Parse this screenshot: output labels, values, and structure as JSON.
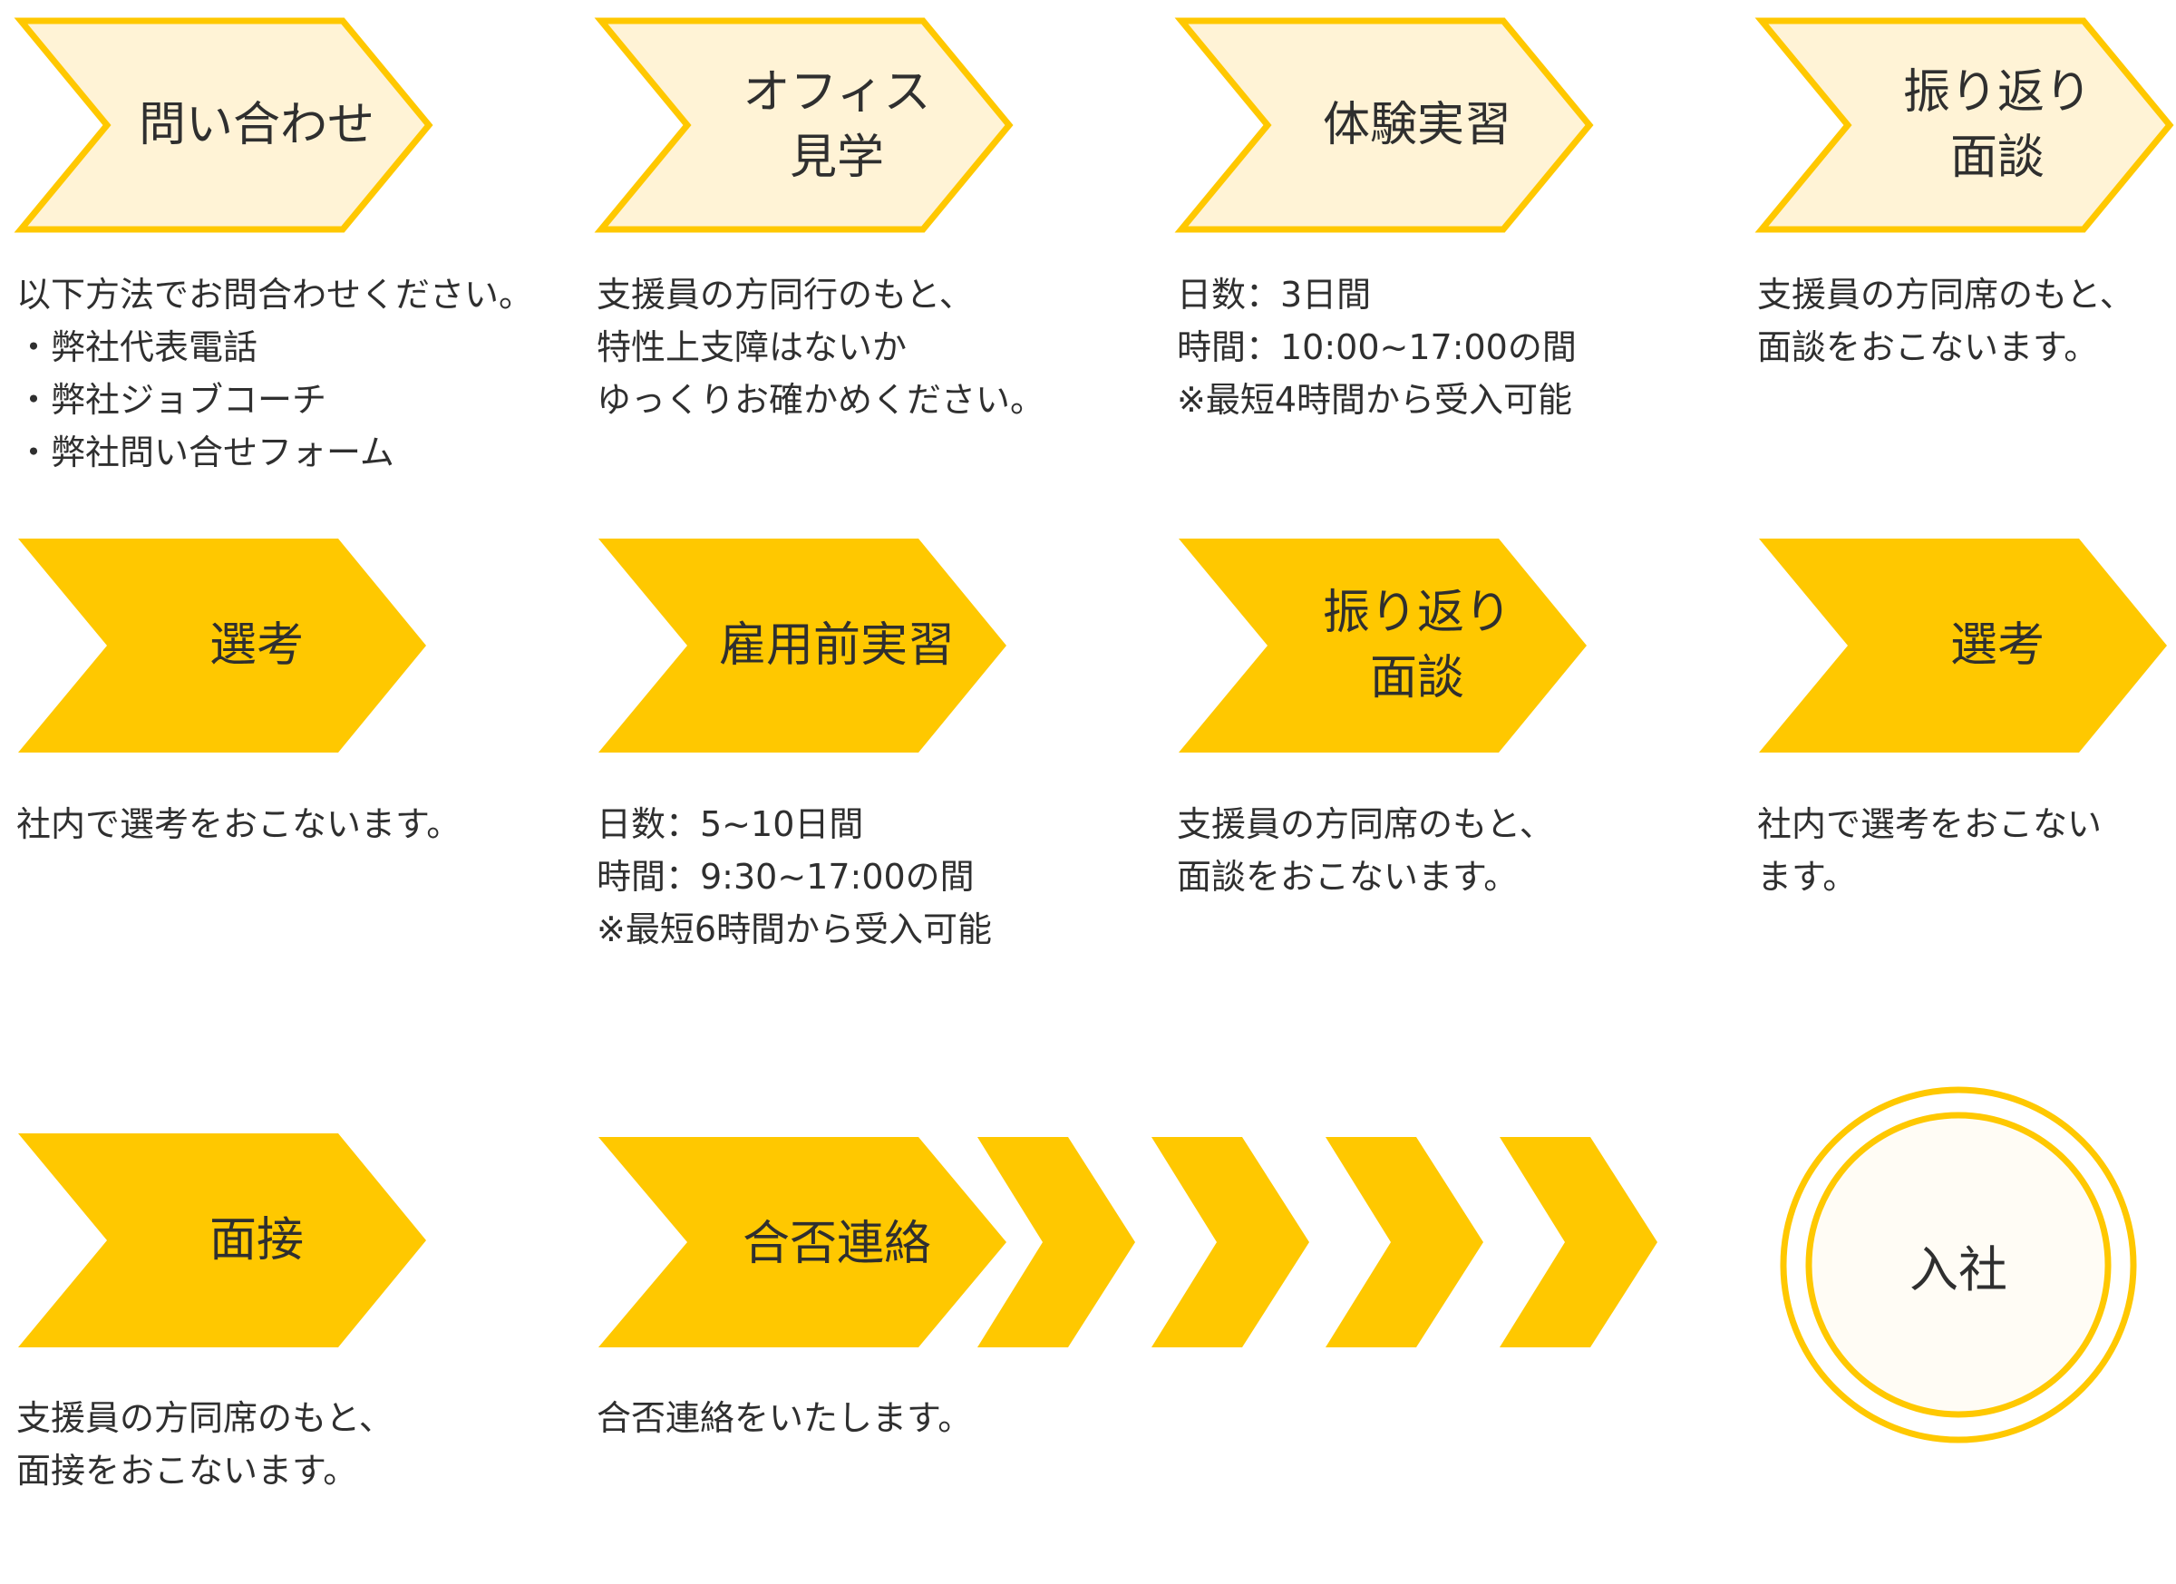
{
  "colors": {
    "accent": "#FFC800",
    "light_fill": "#FFF3D6",
    "goal_fill": "#FFFCF5",
    "text": "#2f2f2f"
  },
  "row1": [
    {
      "label": "問い合わせ",
      "desc": "以下方法でお問合わせください。\n・弊社代表電話\n・弊社ジョブコーチ\n・弊社問い合せフォーム"
    },
    {
      "label": "オフィス\n見学",
      "desc": "支援員の方同行のもと、\n特性上支障はないか\nゆっくりお確かめください。"
    },
    {
      "label": "体験実習",
      "desc": "日数：3日間\n時間：10:00~17:00の間\n※最短4時間から受入可能"
    },
    {
      "label": "振り返り\n面談",
      "desc": "支援員の方同席のもと、\n面談をおこないます。"
    }
  ],
  "row2": [
    {
      "label": "選考",
      "desc": "社内で選考をおこないます。"
    },
    {
      "label": "雇用前実習",
      "desc": "日数：5~10日間\n時間：9:30~17:00の間\n※最短6時間から受入可能"
    },
    {
      "label": "振り返り\n面談",
      "desc": "支援員の方同席のもと、\n面談をおこないます。"
    },
    {
      "label": "選考",
      "desc": "社内で選考をおこない\nます。"
    }
  ],
  "row3": [
    {
      "label": "面接",
      "desc": "支援員の方同席のもと、\n面接をおこないます。"
    },
    {
      "label": "合否連絡",
      "desc": "合否連絡をいたします。"
    }
  ],
  "goal": {
    "label": "入社"
  }
}
